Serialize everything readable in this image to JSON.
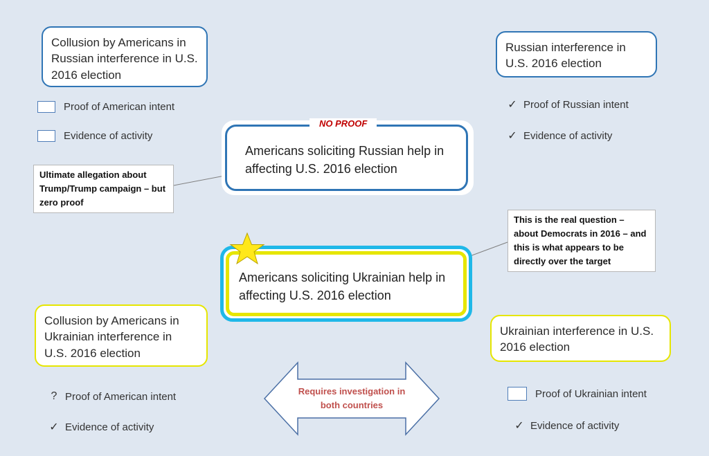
{
  "top_left": {
    "title": "Collusion by Americans in Russian interference in U.S. 2016 election",
    "items": [
      {
        "mark": "",
        "label": "Proof of American intent"
      },
      {
        "mark": "",
        "label": "Evidence of activity"
      }
    ]
  },
  "top_right": {
    "title": "Russian interference in U.S. 2016 election",
    "items": [
      {
        "mark": "✓",
        "label": "Proof of Russian intent"
      },
      {
        "mark": "✓",
        "label": "Evidence of activity"
      }
    ]
  },
  "center_top": {
    "badge": "NO PROOF",
    "text": "Americans soliciting Russian help in affecting U.S. 2016 election"
  },
  "center_bottom": {
    "text": "Americans soliciting Ukrainian help in affecting U.S. 2016 election"
  },
  "callout_left": {
    "text": "Ultimate allegation about Trump/Trump campaign – but zero proof"
  },
  "callout_right": {
    "text": "This is the real question – about Democrats in 2016 – and this is what appears to be directly over the target"
  },
  "bottom_left": {
    "title": "Collusion by Americans in Ukrainian interference in U.S. 2016 election",
    "items": [
      {
        "mark": "?",
        "label": "Proof of American intent"
      },
      {
        "mark": "✓",
        "label": "Evidence of activity"
      }
    ]
  },
  "bottom_right": {
    "title": "Ukrainian interference in U.S. 2016 election",
    "items": [
      {
        "mark": "",
        "label": "Proof of Ukrainian intent"
      },
      {
        "mark": "✓",
        "label": "Evidence of activity"
      }
    ]
  },
  "arrow": {
    "text": "Requires investigation in both countries"
  },
  "colors": {
    "background": "#dfe7f1",
    "blue_border": "#2f75b5",
    "yellow_border": "#e6e600",
    "cyan_border": "#1fb8e8",
    "no_proof_red": "#c00000",
    "arrow_text": "#c0504d",
    "star": "#ffe81a"
  }
}
